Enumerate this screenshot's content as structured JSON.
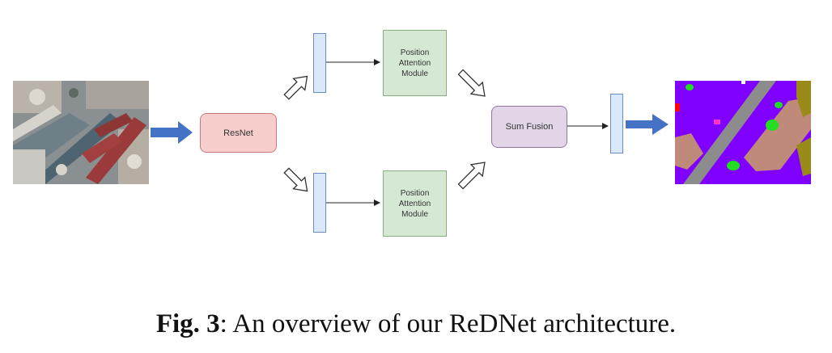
{
  "diagram": {
    "resnet_label": "ResNet",
    "pam_top_label": "Position Attention Module",
    "pam_bottom_label": "Position Attention Module",
    "sum_fusion_label": "Sum Fusion"
  },
  "caption": {
    "prefix": "Fig. 3",
    "text": ": An overview of our ReDNet architecture."
  },
  "colors": {
    "input_arrow": "#4472c4",
    "resnet_fill": "#f8cecc",
    "pam_fill": "#d5e8d4",
    "sum_fill": "#e1d5e7",
    "feature_fill": "#dae8fc",
    "seg_background": "#7f00ff",
    "seg_road": "#8c8c8c",
    "seg_building": "#c08a7a",
    "seg_vegetation": "#22dd22",
    "seg_other": "#9a8a1a"
  }
}
